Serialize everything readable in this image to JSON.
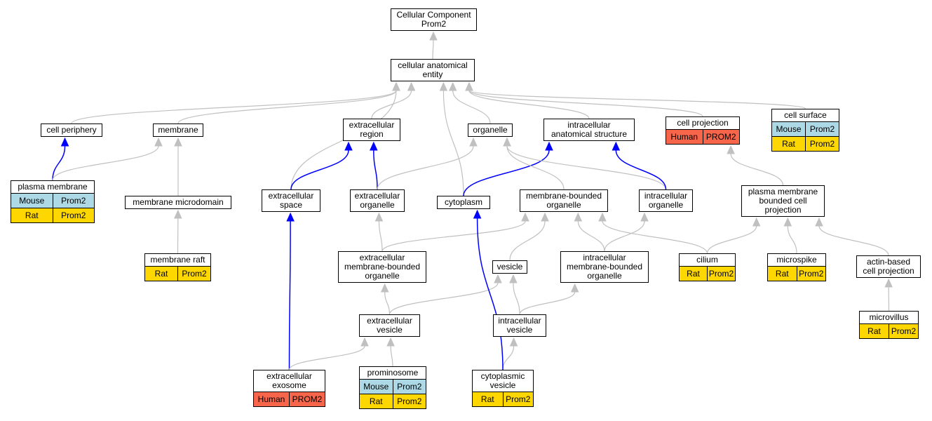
{
  "colors": {
    "is_a_edge": "#c0c0c0",
    "part_of_edge": "#0000ff",
    "Mouse": "#ADD8E6",
    "Rat": "#FFD700",
    "Human": "#F7654A"
  },
  "nodes": {
    "cellular_component": {
      "lines": [
        "Cellular Component",
        "Prom2"
      ]
    },
    "cellular_anatomical_entity": {
      "lines": [
        "cellular anatomical",
        "entity"
      ]
    },
    "cell_periphery": {
      "lines": [
        "cell periphery"
      ]
    },
    "membrane": {
      "lines": [
        "membrane"
      ]
    },
    "extracellular_region": {
      "lines": [
        "extracellular",
        "region"
      ]
    },
    "organelle": {
      "lines": [
        "organelle"
      ]
    },
    "intracellular_anatomical_structure": {
      "lines": [
        "intracellular",
        "anatomical structure"
      ]
    },
    "cell_projection": {
      "lines": [
        "cell projection"
      ],
      "annotations": [
        {
          "species": "Human",
          "gene": "PROM2"
        }
      ]
    },
    "cell_surface": {
      "lines": [
        "cell surface"
      ],
      "annotations": [
        {
          "species": "Mouse",
          "gene": "Prom2"
        },
        {
          "species": "Rat",
          "gene": "Prom2"
        }
      ]
    },
    "plasma_membrane": {
      "lines": [
        "plasma membrane"
      ],
      "annotations": [
        {
          "species": "Mouse",
          "gene": "Prom2"
        },
        {
          "species": "Rat",
          "gene": "Prom2"
        }
      ]
    },
    "membrane_microdomain": {
      "lines": [
        "membrane microdomain"
      ]
    },
    "extracellular_space": {
      "lines": [
        "extracellular",
        "space"
      ]
    },
    "extracellular_organelle": {
      "lines": [
        "extracellular",
        "organelle"
      ]
    },
    "cytoplasm": {
      "lines": [
        "cytoplasm"
      ]
    },
    "membrane_bounded_organelle": {
      "lines": [
        "membrane-bounded",
        "organelle"
      ]
    },
    "intracellular_organelle": {
      "lines": [
        "intracellular",
        "organelle"
      ]
    },
    "plasma_membrane_bounded_cell_projection": {
      "lines": [
        "plasma membrane",
        "bounded cell",
        "projection"
      ]
    },
    "membrane_raft": {
      "lines": [
        "membrane raft"
      ],
      "annotations": [
        {
          "species": "Rat",
          "gene": "Prom2"
        }
      ]
    },
    "extracellular_membrane_bounded_organelle": {
      "lines": [
        "extracellular",
        "membrane-bounded",
        "organelle"
      ]
    },
    "vesicle": {
      "lines": [
        "vesicle"
      ]
    },
    "intracellular_membrane_bounded_organelle": {
      "lines": [
        "intracellular",
        "membrane-bounded",
        "organelle"
      ]
    },
    "cilium": {
      "lines": [
        "cilium"
      ],
      "annotations": [
        {
          "species": "Rat",
          "gene": "Prom2"
        }
      ]
    },
    "microspike": {
      "lines": [
        "microspike"
      ],
      "annotations": [
        {
          "species": "Rat",
          "gene": "Prom2"
        }
      ]
    },
    "actin_based_cell_projection": {
      "lines": [
        "actin-based",
        "cell projection"
      ]
    },
    "extracellular_vesicle": {
      "lines": [
        "extracellular",
        "vesicle"
      ]
    },
    "intracellular_vesicle": {
      "lines": [
        "intracellular",
        "vesicle"
      ]
    },
    "microvillus": {
      "lines": [
        "microvillus"
      ],
      "annotations": [
        {
          "species": "Rat",
          "gene": "Prom2"
        }
      ]
    },
    "extracellular_exosome": {
      "lines": [
        "extracellular",
        "exosome"
      ],
      "annotations": [
        {
          "species": "Human",
          "gene": "PROM2"
        }
      ]
    },
    "prominosome": {
      "lines": [
        "prominosome"
      ],
      "annotations": [
        {
          "species": "Mouse",
          "gene": "Prom2"
        },
        {
          "species": "Rat",
          "gene": "Prom2"
        }
      ]
    },
    "cytoplasmic_vesicle": {
      "lines": [
        "cytoplasmic",
        "vesicle"
      ],
      "annotations": [
        {
          "species": "Rat",
          "gene": "Prom2"
        }
      ]
    }
  },
  "edges": [
    {
      "from": "cellular_anatomical_entity",
      "to": "cellular_component",
      "type": "is_a"
    },
    {
      "from": "cell_periphery",
      "to": "cellular_anatomical_entity",
      "type": "is_a"
    },
    {
      "from": "membrane",
      "to": "cellular_anatomical_entity",
      "type": "is_a"
    },
    {
      "from": "extracellular_region",
      "to": "cellular_anatomical_entity",
      "type": "is_a"
    },
    {
      "from": "organelle",
      "to": "cellular_anatomical_entity",
      "type": "is_a"
    },
    {
      "from": "intracellular_anatomical_structure",
      "to": "cellular_anatomical_entity",
      "type": "is_a"
    },
    {
      "from": "cell_projection",
      "to": "cellular_anatomical_entity",
      "type": "is_a"
    },
    {
      "from": "cell_surface",
      "to": "cellular_anatomical_entity",
      "type": "is_a"
    },
    {
      "from": "extracellular_space",
      "to": "cellular_anatomical_entity",
      "type": "is_a"
    },
    {
      "from": "cytoplasm",
      "to": "cellular_anatomical_entity",
      "type": "is_a"
    },
    {
      "from": "plasma_membrane",
      "to": "cell_periphery",
      "type": "part_of"
    },
    {
      "from": "plasma_membrane",
      "to": "membrane",
      "type": "is_a"
    },
    {
      "from": "membrane_microdomain",
      "to": "membrane",
      "type": "is_a"
    },
    {
      "from": "membrane_raft",
      "to": "membrane_microdomain",
      "type": "is_a"
    },
    {
      "from": "extracellular_space",
      "to": "extracellular_region",
      "type": "part_of"
    },
    {
      "from": "extracellular_organelle",
      "to": "extracellular_region",
      "type": "part_of"
    },
    {
      "from": "extracellular_organelle",
      "to": "organelle",
      "type": "is_a"
    },
    {
      "from": "cytoplasm",
      "to": "intracellular_anatomical_structure",
      "type": "part_of"
    },
    {
      "from": "membrane_bounded_organelle",
      "to": "organelle",
      "type": "is_a"
    },
    {
      "from": "intracellular_organelle",
      "to": "organelle",
      "type": "is_a"
    },
    {
      "from": "intracellular_organelle",
      "to": "intracellular_anatomical_structure",
      "type": "part_of"
    },
    {
      "from": "plasma_membrane_bounded_cell_projection",
      "to": "cell_projection",
      "type": "is_a"
    },
    {
      "from": "extracellular_membrane_bounded_organelle",
      "to": "extracellular_organelle",
      "type": "is_a"
    },
    {
      "from": "extracellular_membrane_bounded_organelle",
      "to": "membrane_bounded_organelle",
      "type": "is_a"
    },
    {
      "from": "vesicle",
      "to": "membrane_bounded_organelle",
      "type": "is_a"
    },
    {
      "from": "intracellular_membrane_bounded_organelle",
      "to": "membrane_bounded_organelle",
      "type": "is_a"
    },
    {
      "from": "intracellular_membrane_bounded_organelle",
      "to": "intracellular_organelle",
      "type": "is_a"
    },
    {
      "from": "cilium",
      "to": "membrane_bounded_organelle",
      "type": "is_a"
    },
    {
      "from": "cilium",
      "to": "plasma_membrane_bounded_cell_projection",
      "type": "is_a"
    },
    {
      "from": "microspike",
      "to": "plasma_membrane_bounded_cell_projection",
      "type": "is_a"
    },
    {
      "from": "actin_based_cell_projection",
      "to": "plasma_membrane_bounded_cell_projection",
      "type": "is_a"
    },
    {
      "from": "microvillus",
      "to": "actin_based_cell_projection",
      "type": "is_a"
    },
    {
      "from": "extracellular_vesicle",
      "to": "extracellular_membrane_bounded_organelle",
      "type": "is_a"
    },
    {
      "from": "extracellular_vesicle",
      "to": "vesicle",
      "type": "is_a"
    },
    {
      "from": "intracellular_vesicle",
      "to": "vesicle",
      "type": "is_a"
    },
    {
      "from": "intracellular_vesicle",
      "to": "intracellular_membrane_bounded_organelle",
      "type": "is_a"
    },
    {
      "from": "extracellular_exosome",
      "to": "extracellular_space",
      "type": "part_of"
    },
    {
      "from": "extracellular_exosome",
      "to": "extracellular_vesicle",
      "type": "is_a"
    },
    {
      "from": "prominosome",
      "to": "extracellular_vesicle",
      "type": "is_a"
    },
    {
      "from": "cytoplasmic_vesicle",
      "to": "intracellular_vesicle",
      "type": "is_a"
    },
    {
      "from": "cytoplasmic_vesicle",
      "to": "cytoplasm",
      "type": "part_of"
    }
  ]
}
